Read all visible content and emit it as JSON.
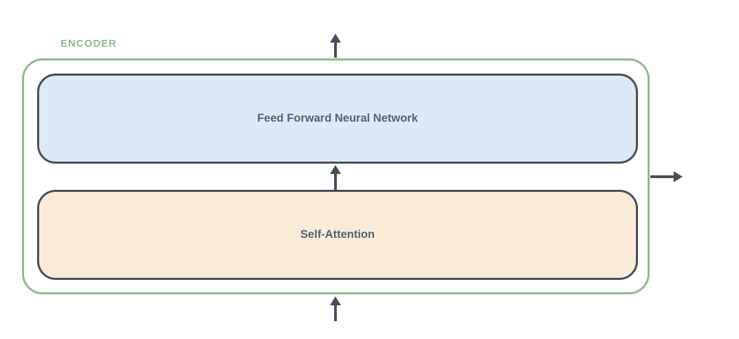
{
  "diagram": {
    "encoder_label": "ENCODER",
    "feed_forward_label": "Feed Forward Neural Network",
    "self_attention_label": "Self-Attention"
  },
  "colors": {
    "green": "#8cba8f",
    "dark_border": "#474e59",
    "blue_fill": "#dee9f7",
    "peach_fill": "#faebd9",
    "label_text": "#566170",
    "arrow": "#474e59",
    "bg": "#ffffff"
  }
}
